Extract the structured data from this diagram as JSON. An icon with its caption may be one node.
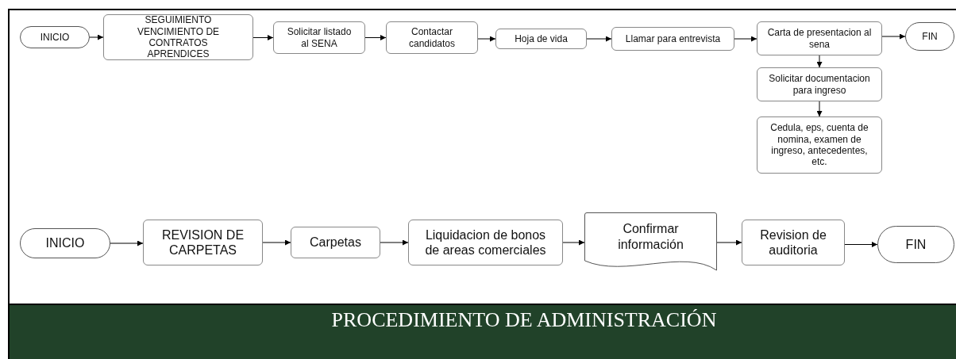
{
  "diagram": {
    "title": "PROCEDIMIENTO DE ADMINISTRACIÓN",
    "nodes": [
      {
        "text": [
          "INICIO"
        ]
      },
      {
        "text": [
          "SEGUIMIENTO VENCIMIENTO DE CONTRATOS APRENDICES"
        ]
      },
      {
        "text": [
          "Solicitar listado al SENA"
        ]
      },
      {
        "text": [
          "Contactar candidatos"
        ]
      },
      {
        "text": [
          "Hoja de vida"
        ]
      },
      {
        "text": [
          "Llamar para entrevista"
        ]
      },
      {
        "text": [
          "Carta de presentacion al sena"
        ]
      },
      {
        "text": [
          "FIN"
        ]
      },
      {
        "text": [
          "Solicitar documentacion para ingreso"
        ]
      },
      {
        "text": [
          "Cedula, eps, cuenta de nomina, examen de ingreso, antecedentes, etc."
        ]
      },
      {
        "text": [
          "INICIO"
        ]
      },
      {
        "text": [
          "REVISION DE CARPETAS"
        ]
      },
      {
        "text": [
          "Carpetas"
        ]
      },
      {
        "text": [
          "Liquidacion de bonos de areas comerciales"
        ]
      },
      {
        "text": [
          "Confirmar información"
        ]
      },
      {
        "text": [
          "Revision de auditoria"
        ]
      },
      {
        "text": [
          "FIN"
        ]
      }
    ],
    "edges": [
      {
        "from": 0,
        "to": 1,
        "arrow": "to"
      },
      {
        "from": 1,
        "to": 2,
        "arrow": "to"
      },
      {
        "from": 2,
        "to": 3,
        "arrow": "to"
      },
      {
        "from": 3,
        "to": 4,
        "arrow": "to"
      },
      {
        "from": 4,
        "to": 5,
        "arrow": "to"
      },
      {
        "from": 5,
        "to": 6,
        "arrow": "to"
      },
      {
        "from": 6,
        "to": 7,
        "arrow": "to"
      },
      {
        "from": 6,
        "to": 8,
        "arrow": "to"
      },
      {
        "from": 8,
        "to": 9,
        "arrow": "to"
      },
      {
        "from": 10,
        "to": 11,
        "arrow": "to"
      },
      {
        "from": 11,
        "to": 12,
        "arrow": "to"
      },
      {
        "from": 12,
        "to": 13,
        "arrow": "to"
      },
      {
        "from": 13,
        "to": 14,
        "arrow": "to"
      },
      {
        "from": 14,
        "to": 15,
        "arrow": "to"
      },
      {
        "from": 15,
        "to": 16,
        "arrow": "to"
      }
    ]
  }
}
